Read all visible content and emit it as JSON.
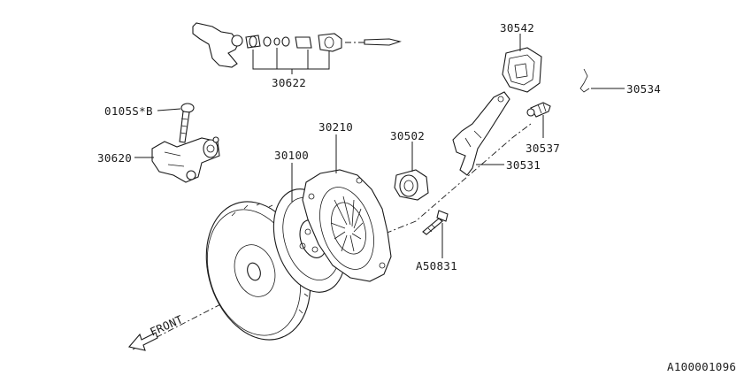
{
  "diagram": {
    "reference_code": "A100001096",
    "front_label": "FRONT",
    "parts": [
      {
        "id": "30622",
        "label": "30622"
      },
      {
        "id": "0105S-B",
        "label": "0105S*B"
      },
      {
        "id": "30620",
        "label": "30620"
      },
      {
        "id": "30100",
        "label": "30100"
      },
      {
        "id": "30210",
        "label": "30210"
      },
      {
        "id": "30502",
        "label": "30502"
      },
      {
        "id": "30542",
        "label": "30542"
      },
      {
        "id": "30534",
        "label": "30534"
      },
      {
        "id": "30537",
        "label": "30537"
      },
      {
        "id": "30531",
        "label": "30531"
      },
      {
        "id": "A50831",
        "label": "A50831"
      }
    ]
  }
}
